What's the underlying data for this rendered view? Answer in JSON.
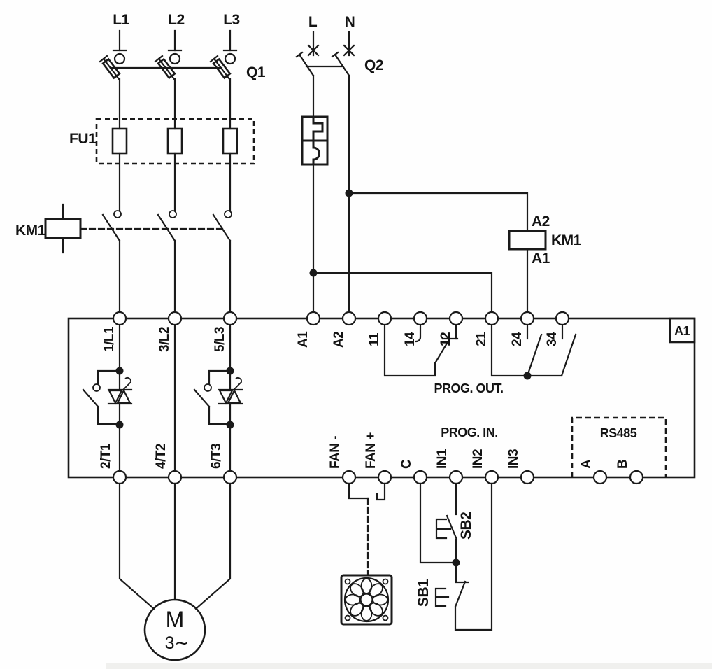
{
  "colors": {
    "line": "#1a1a1a",
    "text": "#131313",
    "background": "#fefefe",
    "page_strip": "#f0f0ee"
  },
  "supply": {
    "l1": "L1",
    "l2": "L2",
    "l3": "L3",
    "l": "L",
    "n": "N"
  },
  "components": {
    "q1": "Q1",
    "q2": "Q2",
    "fu1": "FU1",
    "km1_left": "KM1",
    "km1_right": "KM1",
    "km1_coil_a2": "A2",
    "km1_coil_a1": "A1",
    "device_corner": "A1",
    "prog_out": "PROG. OUT.",
    "prog_in": "PROG. IN.",
    "rs485": "RS485",
    "sb2": "SB2",
    "sb1": "SB1",
    "motor_letter": "M",
    "motor_phase": "3∼"
  },
  "terminals": {
    "top": [
      "1/L1",
      "3/L2",
      "5/L3",
      "A1",
      "A2",
      "11",
      "14",
      "12",
      "21",
      "24",
      "34"
    ],
    "bottom": [
      "2/T1",
      "4/T2",
      "6/T3",
      "FAN -",
      "FAN +",
      "C",
      "IN1",
      "IN2",
      "IN3",
      "A",
      "B"
    ]
  }
}
